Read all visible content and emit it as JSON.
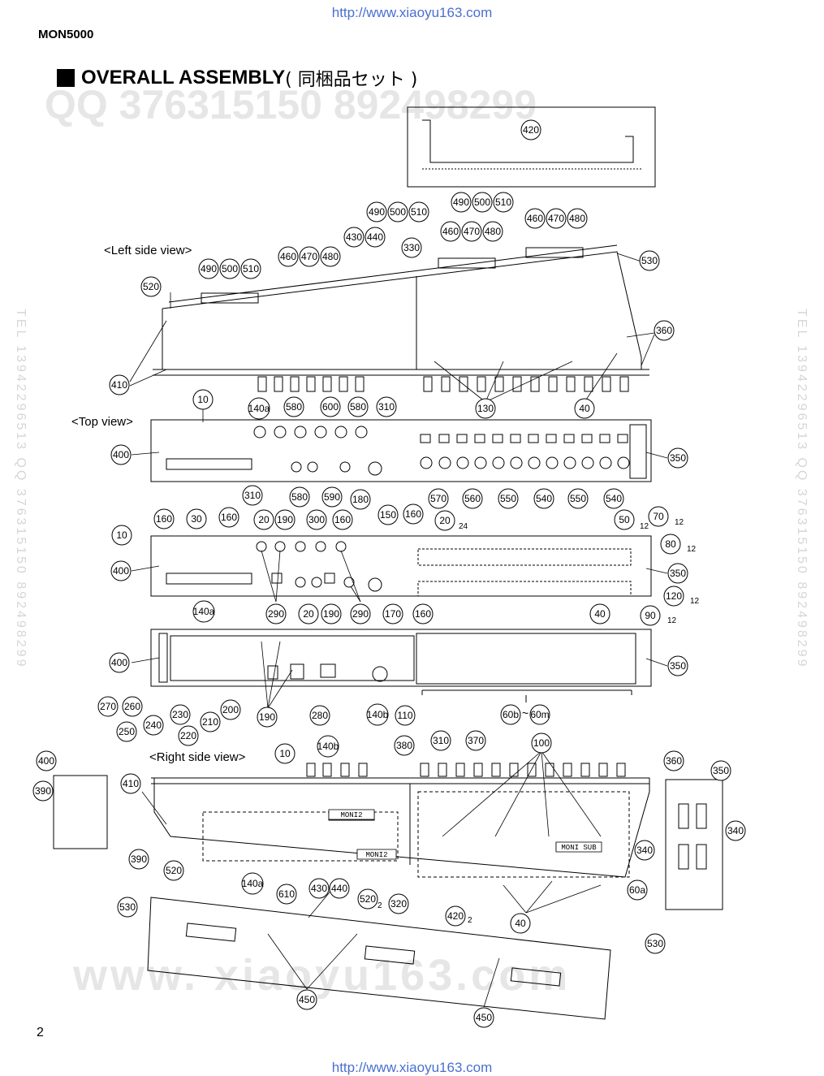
{
  "header": {
    "url": "http://www.xiaoyu163.com",
    "model": "MON5000",
    "title": "OVERALL ASSEMBLY",
    "title_jp": "( 同梱品セット )"
  },
  "footer": {
    "page_number": "2",
    "url": "http://www.xiaoyu163.com"
  },
  "watermarks": {
    "qq": "QQ 376315150 892498299",
    "www": "www. xiaoyu163.com",
    "side_left": "TEL 13942296513 QQ 376315150 892498299",
    "side_right": "TEL 13942296513 QQ 376315150 892498299"
  },
  "view_labels": {
    "left_side": "<Left side view>",
    "top": "<Top view>",
    "right_side": "<Right side view>"
  },
  "callouts": [
    {
      "id": "c420a",
      "label": "420"
    },
    {
      "id": "c490a",
      "label": "490"
    },
    {
      "id": "c500a",
      "label": "500"
    },
    {
      "id": "c510a",
      "label": "510"
    },
    {
      "id": "c490b",
      "label": "490"
    },
    {
      "id": "c500b",
      "label": "500"
    },
    {
      "id": "c510b",
      "label": "510"
    },
    {
      "id": "c460a",
      "label": "460"
    },
    {
      "id": "c470a",
      "label": "470"
    },
    {
      "id": "c480a",
      "label": "480"
    },
    {
      "id": "c460b",
      "label": "460"
    },
    {
      "id": "c470b",
      "label": "470"
    },
    {
      "id": "c480b",
      "label": "480"
    },
    {
      "id": "c430a",
      "label": "430"
    },
    {
      "id": "c440a",
      "label": "440"
    },
    {
      "id": "c330",
      "label": "330"
    },
    {
      "id": "c530a",
      "label": "530"
    },
    {
      "id": "c490c",
      "label": "490"
    },
    {
      "id": "c500c",
      "label": "500"
    },
    {
      "id": "c510c",
      "label": "510"
    },
    {
      "id": "c460c",
      "label": "460"
    },
    {
      "id": "c470c",
      "label": "470"
    },
    {
      "id": "c480c",
      "label": "480"
    },
    {
      "id": "c520a",
      "label": "520"
    },
    {
      "id": "c360a",
      "label": "360"
    },
    {
      "id": "c410a",
      "label": "410"
    },
    {
      "id": "c130",
      "label": "130"
    },
    {
      "id": "c40a",
      "label": "40"
    },
    {
      "id": "c10a",
      "label": "10"
    },
    {
      "id": "c140a1",
      "label": "140a"
    },
    {
      "id": "c580a",
      "label": "580"
    },
    {
      "id": "c600",
      "label": "600"
    },
    {
      "id": "c580b",
      "label": "580"
    },
    {
      "id": "c310a",
      "label": "310"
    },
    {
      "id": "c400a",
      "label": "400"
    },
    {
      "id": "c350a",
      "label": "350"
    },
    {
      "id": "c310b",
      "label": "310"
    },
    {
      "id": "c580c",
      "label": "580"
    },
    {
      "id": "c590",
      "label": "590"
    },
    {
      "id": "c570",
      "label": "570"
    },
    {
      "id": "c560",
      "label": "560"
    },
    {
      "id": "c550a",
      "label": "550"
    },
    {
      "id": "c540a",
      "label": "540"
    },
    {
      "id": "c550b",
      "label": "550"
    },
    {
      "id": "c540b",
      "label": "540"
    },
    {
      "id": "c180",
      "label": "180"
    },
    {
      "id": "c160a",
      "label": "160"
    },
    {
      "id": "c30",
      "label": "30"
    },
    {
      "id": "c160b",
      "label": "160"
    },
    {
      "id": "c20a",
      "label": "20"
    },
    {
      "id": "c190a",
      "label": "190"
    },
    {
      "id": "c300",
      "label": "300"
    },
    {
      "id": "c160c",
      "label": "160"
    },
    {
      "id": "c150",
      "label": "150"
    },
    {
      "id": "c160d",
      "label": "160"
    },
    {
      "id": "c20b",
      "label": "20"
    },
    {
      "id": "c50",
      "label": "50"
    },
    {
      "id": "c70",
      "label": "70"
    },
    {
      "id": "c10b",
      "label": "10"
    },
    {
      "id": "c80",
      "label": "80"
    },
    {
      "id": "c400b",
      "label": "400"
    },
    {
      "id": "c350b",
      "label": "350"
    },
    {
      "id": "c120",
      "label": "120"
    },
    {
      "id": "c290a",
      "label": "290"
    },
    {
      "id": "c20c",
      "label": "20"
    },
    {
      "id": "c190b",
      "label": "190"
    },
    {
      "id": "c290b",
      "label": "290"
    },
    {
      "id": "c170",
      "label": "170"
    },
    {
      "id": "c160e",
      "label": "160"
    },
    {
      "id": "c90",
      "label": "90"
    },
    {
      "id": "c140a2",
      "label": "140a"
    },
    {
      "id": "c40b",
      "label": "40"
    },
    {
      "id": "c400c",
      "label": "400"
    },
    {
      "id": "c350c",
      "label": "350"
    },
    {
      "id": "c270",
      "label": "270"
    },
    {
      "id": "c260",
      "label": "260"
    },
    {
      "id": "c250",
      "label": "250"
    },
    {
      "id": "c240",
      "label": "240"
    },
    {
      "id": "c230",
      "label": "230"
    },
    {
      "id": "c220",
      "label": "220"
    },
    {
      "id": "c210",
      "label": "210"
    },
    {
      "id": "c200",
      "label": "200"
    },
    {
      "id": "c190c",
      "label": "190"
    },
    {
      "id": "c280",
      "label": "280"
    },
    {
      "id": "c140b1",
      "label": "140b"
    },
    {
      "id": "c110",
      "label": "110"
    },
    {
      "id": "c60b",
      "label": "60b"
    },
    {
      "id": "c60m",
      "label": "60m"
    },
    {
      "id": "c400d",
      "label": "400"
    },
    {
      "id": "c390a",
      "label": "390"
    },
    {
      "id": "c410b",
      "label": "410"
    },
    {
      "id": "c10c",
      "label": "10"
    },
    {
      "id": "c140b2",
      "label": "140b"
    },
    {
      "id": "c380",
      "label": "380"
    },
    {
      "id": "c310c",
      "label": "310"
    },
    {
      "id": "c370",
      "label": "370"
    },
    {
      "id": "c100",
      "label": "100"
    },
    {
      "id": "c360b",
      "label": "360"
    },
    {
      "id": "c350d",
      "label": "350"
    },
    {
      "id": "c340a",
      "label": "340"
    },
    {
      "id": "c340b",
      "label": "340"
    },
    {
      "id": "c390b",
      "label": "390"
    },
    {
      "id": "c520b",
      "label": "520"
    },
    {
      "id": "c140a3",
      "label": "140a"
    },
    {
      "id": "c430b",
      "label": "430"
    },
    {
      "id": "c440b",
      "label": "440"
    },
    {
      "id": "c520c",
      "label": "520"
    },
    {
      "id": "c320",
      "label": "320"
    },
    {
      "id": "c60a",
      "label": "60a"
    },
    {
      "id": "c530b",
      "label": "530"
    },
    {
      "id": "c610",
      "label": "610"
    },
    {
      "id": "c420b",
      "label": "420"
    },
    {
      "id": "c40c",
      "label": "40"
    },
    {
      "id": "c530c",
      "label": "530"
    },
    {
      "id": "c450a",
      "label": "450"
    },
    {
      "id": "c450b",
      "label": "450"
    }
  ],
  "quantity_marks": [
    {
      "id": "q24",
      "label": "24"
    },
    {
      "id": "q12a",
      "label": "12"
    },
    {
      "id": "q12b",
      "label": "12"
    },
    {
      "id": "q12c",
      "label": "12"
    },
    {
      "id": "q12d",
      "label": "12"
    },
    {
      "id": "q12e",
      "label": "12"
    },
    {
      "id": "q2a",
      "label": "2"
    },
    {
      "id": "q2b",
      "label": "2"
    }
  ],
  "range_tilde": "~",
  "board_labels": {
    "moni2_a": "MONI2",
    "moni2_b": "MONI2",
    "moni1sub": "MONI SUB"
  },
  "colors": {
    "url_blue": "#4a6fd0",
    "line": "#000000",
    "watermark": "#e6e6e6"
  }
}
